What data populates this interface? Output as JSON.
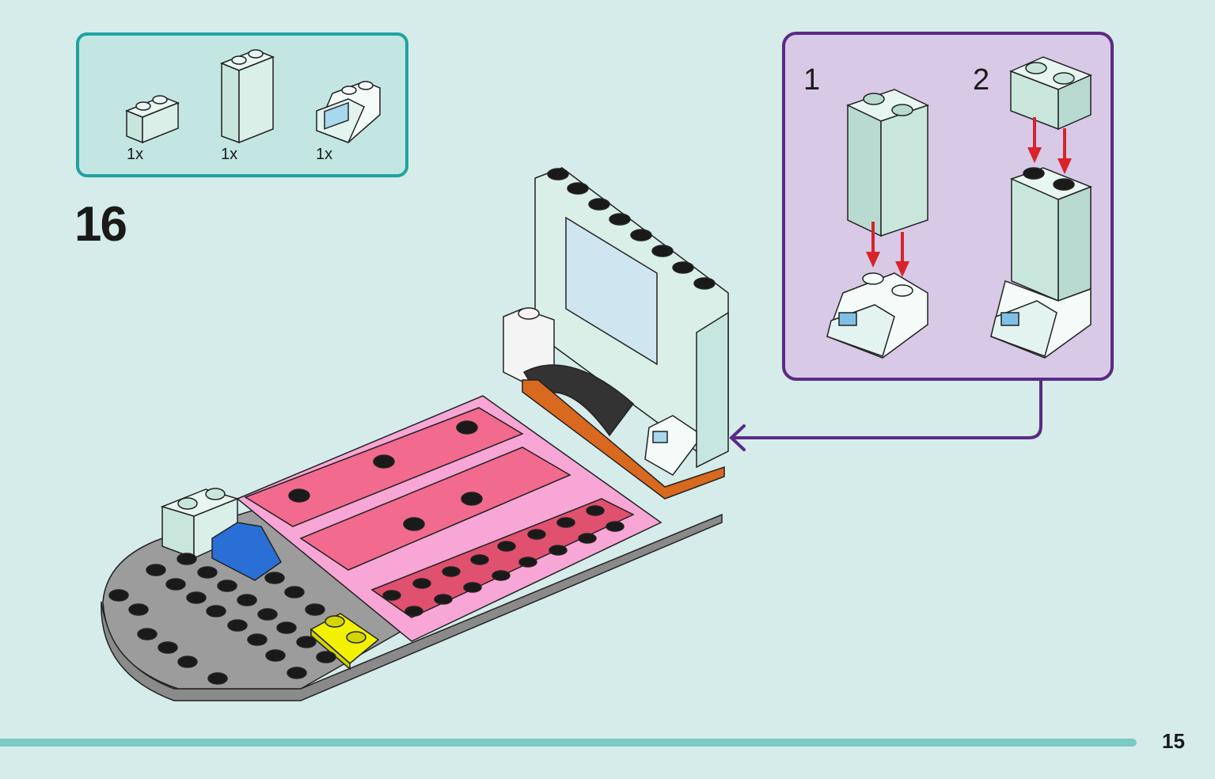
{
  "parts": {
    "items": [
      {
        "name": "brick-1x2",
        "qty": "1x"
      },
      {
        "name": "brick-1x2x3",
        "qty": "1x"
      },
      {
        "name": "slope-brick-register",
        "qty": "1x"
      }
    ]
  },
  "step": {
    "number": "16"
  },
  "substeps": [
    {
      "number": "1"
    },
    {
      "number": "2"
    }
  ],
  "page": {
    "number": "15"
  },
  "colors": {
    "parts_border": "#1fa2a0",
    "sub_border": "#5b2a86",
    "arrow_red": "#d8232a",
    "stud_black": "#1a1a1a",
    "pink": "#f7a6d6",
    "coral": "#f26a8d",
    "grey": "#9c9c9c",
    "mint": "#c5e7df",
    "yellow": "#f2f200",
    "blue": "#2a6fd6",
    "orange": "#d8691f"
  }
}
